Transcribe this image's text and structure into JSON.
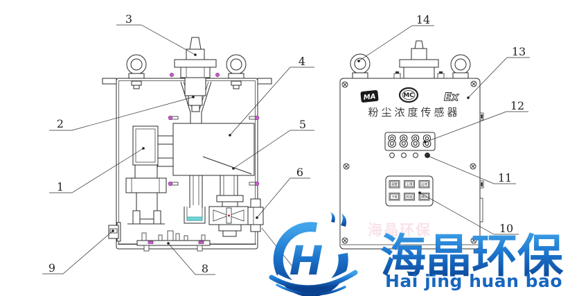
{
  "drawing": {
    "callouts": {
      "n1": "1",
      "n2": "2",
      "n3": "3",
      "n4": "4",
      "n5": "5",
      "n6": "6",
      "n8": "8",
      "n9": "9",
      "n10": "10",
      "n11": "11",
      "n12": "12",
      "n13": "13",
      "n14": "14"
    }
  },
  "right_panel": {
    "ma_mark": "MA",
    "mc_mark": "MC",
    "ex_mark": "Ex",
    "title": "粉尘浓度传感器",
    "display_value": "8888",
    "buttons": [
      "调整",
      "上限",
      "启停",
      "下限",
      "校准",
      "确认"
    ]
  },
  "watermark": {
    "cn": "海晶环保",
    "en": "Hai jing huan bao",
    "stamp": "海晶环保",
    "initial": "H"
  },
  "colors": {
    "line": "#2b2b2b",
    "magenta_bolt": "#c75fd0",
    "cyan_liquid": "#74d4d6",
    "logo_blue_light": "#41a4ea",
    "logo_blue_dark": "#0a3f8e",
    "logo_text_blue": "#1666bf"
  }
}
